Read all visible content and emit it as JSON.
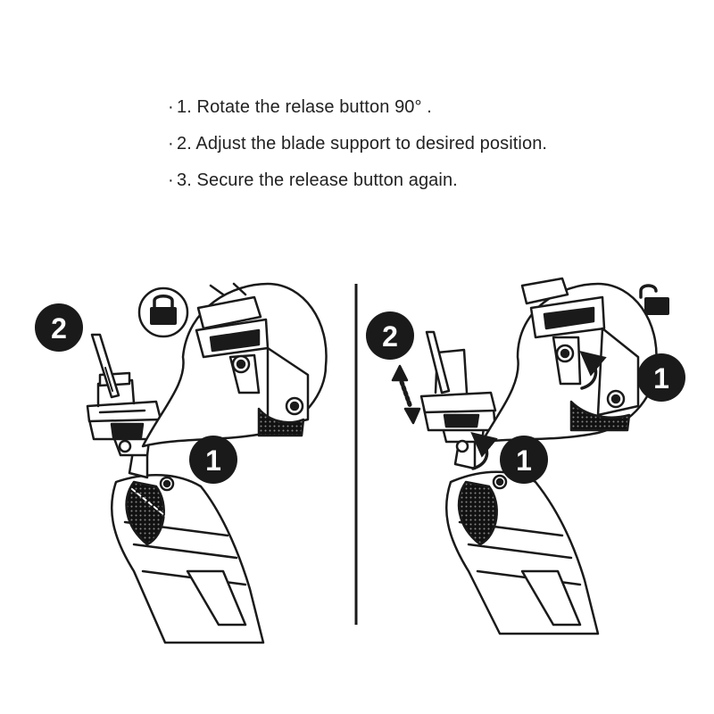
{
  "instructions": [
    {
      "bullet": "·",
      "text": "1. Rotate the relase button 90° ."
    },
    {
      "bullet": "·",
      "text": "2. Adjust the blade support to desired position."
    },
    {
      "bullet": "·",
      "text": "3. Secure the release button again."
    }
  ],
  "left_panel": {
    "badges": [
      {
        "label": "2"
      },
      {
        "label": "1"
      }
    ],
    "lock_state": "locked",
    "icon": "lock-closed-icon"
  },
  "right_panel": {
    "badges": [
      {
        "label": "2"
      },
      {
        "label": "1"
      },
      {
        "label": "1"
      }
    ],
    "lock_state": "unlocked",
    "icon": "lock-open-icon"
  },
  "colors": {
    "ink": "#1a1a1a",
    "text": "#222222",
    "background": "#ffffff"
  }
}
